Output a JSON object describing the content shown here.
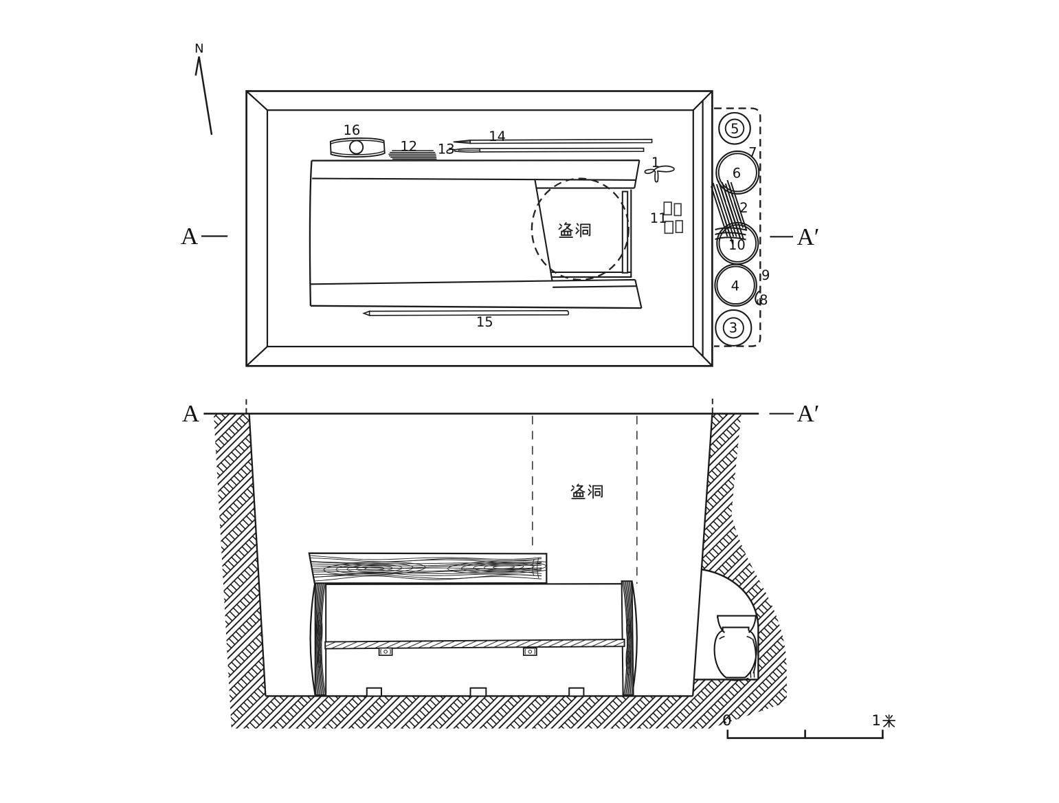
{
  "drawing": {
    "kind": "archaeological tomb excavation figure: plan view and A–A′ section",
    "north_label": "N",
    "plan": {
      "section_marker_left": "A",
      "section_marker_right": "A′",
      "robber_hole_label": "盗洞",
      "artifact_labels": [
        "1",
        "2",
        "3",
        "4",
        "5",
        "6",
        "7",
        "8",
        "9",
        "10",
        "11",
        "12",
        "13",
        "14",
        "15",
        "16"
      ]
    },
    "section": {
      "section_marker_left": "A",
      "section_marker_right": "A′",
      "robber_hole_label": "盗洞"
    },
    "scale_bar": {
      "zero_label": "0",
      "end_label": "1米",
      "end_number": "1",
      "end_unit": "米"
    }
  }
}
